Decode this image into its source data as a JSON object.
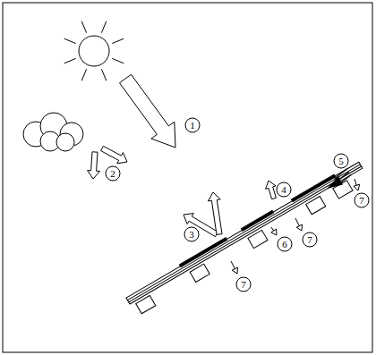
{
  "diagram": {
    "labels": [
      "1",
      "2",
      "3",
      "4",
      "5",
      "6",
      "7",
      "7",
      "7"
    ]
  }
}
